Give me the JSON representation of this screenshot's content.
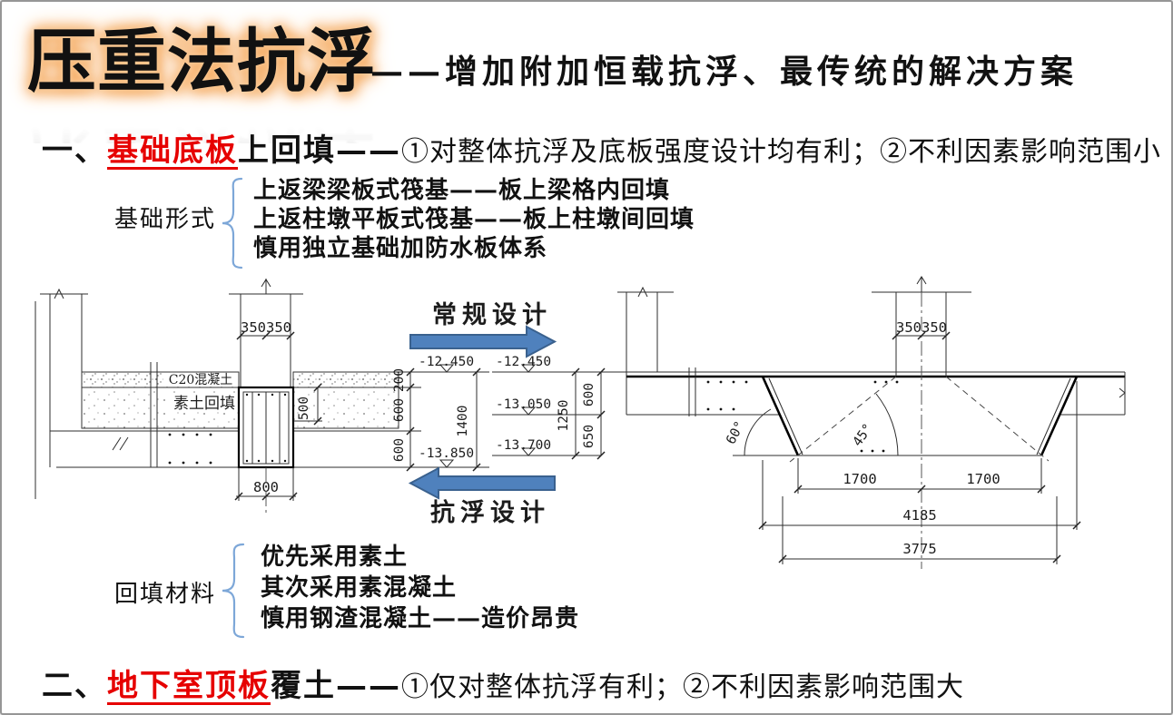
{
  "title": {
    "main": "压重法抗浮",
    "subtitle": "——增加附加恒载抗浮、最传统的解决方案"
  },
  "sections": {
    "one": {
      "prefix": "一、",
      "highlight": "基础底板",
      "suffix": "上回填——",
      "detail": "①对整体抗浮及底板强度设计均有利；②不利因素影响范围小"
    },
    "two": {
      "prefix": "二、",
      "highlight": "地下室顶板",
      "suffix": "覆土——",
      "detail": "①仅对整体抗浮有利；②不利因素影响范围大"
    }
  },
  "foundation_types": {
    "label": "基础形式",
    "items": [
      "上返梁梁板式筏基——板上梁格内回填",
      "上返柱墩平板式筏基——板上柱墩间回填",
      "慎用独立基础加防水板体系"
    ]
  },
  "backfill_materials": {
    "label": "回填材料",
    "items": [
      "优先采用素土",
      "其次采用素混凝土",
      "慎用钢渣混凝土——造价昂贵"
    ]
  },
  "arrows": {
    "top": "常规设计",
    "bottom": "抗浮设计",
    "fill": "#4f81bd",
    "stroke": "#3a618e"
  },
  "left_drawing": {
    "column_dim": "350350",
    "concrete": "C20混凝土",
    "soil": "素土回填",
    "dim_500": "500",
    "dim_800": "800",
    "dim_200": "200",
    "dim_600_mid": "600",
    "dim_600_slab": "600",
    "elev_top": "-12.450",
    "elev_bottom": "-13.850",
    "dim_1400": "1400"
  },
  "right_drawing": {
    "column_dim": "350350",
    "elev_top": "-12.450",
    "elev_mid": "-13.050",
    "elev_bottom": "-13.700",
    "dim_1250": "1250",
    "dim_600": "600",
    "dim_650": "650",
    "angle_left": "60°",
    "angle_right": "45°",
    "dim_1700_left": "1700",
    "dim_1700_right": "1700",
    "dim_4185": "4185",
    "dim_3775": "3775"
  },
  "colors": {
    "accent_red": "#e60000",
    "brace_blue": "#7da7d8",
    "glow_orange": "#f3a556"
  }
}
